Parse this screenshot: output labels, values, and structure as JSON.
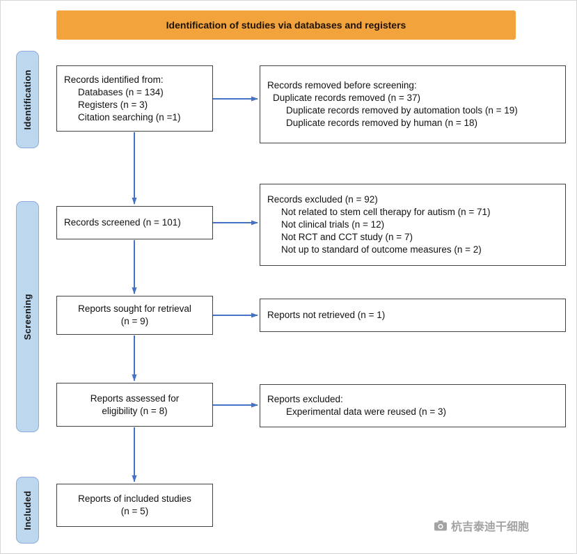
{
  "banner": {
    "title": "Identification of studies via databases and registers"
  },
  "sidebars": [
    {
      "label": "Identification"
    },
    {
      "label": "Screening"
    },
    {
      "label": "Included"
    }
  ],
  "boxes": {
    "records_identified": {
      "title": "Records identified from:",
      "items": [
        "Databases (n = 134)",
        "Registers (n = 3)",
        "Citation searching (n =1)"
      ]
    },
    "records_removed": {
      "title": "Records removed before screening:",
      "item": "Duplicate records removed (n = 37)",
      "subitems": [
        "Duplicate records removed by automation tools (n = 19)",
        "Duplicate records removed by human (n = 18)"
      ]
    },
    "records_screened": {
      "text": "Records screened (n = 101)"
    },
    "records_excluded": {
      "title": "Records excluded (n = 92)",
      "items": [
        "Not related to stem cell therapy for autism (n = 71)",
        "Not clinical trials (n = 12)",
        "Not RCT and CCT study (n = 7)",
        "Not up to standard of outcome measures (n = 2)"
      ]
    },
    "reports_sought": {
      "line1": "Reports sought for retrieval",
      "line2": "(n = 9)"
    },
    "reports_not_retrieved": {
      "text": "Reports not retrieved (n = 1)"
    },
    "reports_assessed": {
      "line1": "Reports assessed for",
      "line2": "eligibility (n = 8)"
    },
    "reports_excluded": {
      "title": "Reports excluded:",
      "item": "Experimental data were reused (n = 3)"
    },
    "reports_included": {
      "line1": "Reports of included studies",
      "line2": "(n = 5)"
    }
  },
  "watermark": {
    "text": "杭吉泰迪干细胞",
    "icon": "camera-icon"
  },
  "colors": {
    "banner_bg": "#F2A33C",
    "sidebar_bg": "#BDD7EE",
    "arrow": "#4472C4",
    "box_border": "#404040"
  }
}
